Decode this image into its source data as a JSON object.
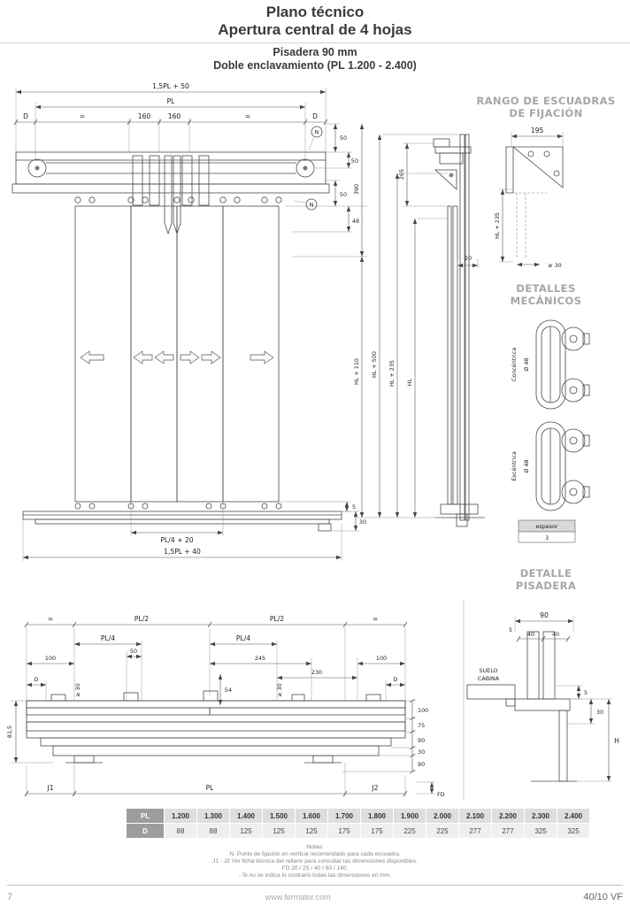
{
  "header": {
    "title1": "Plano técnico",
    "title2": "Apertura central de 4 hojas",
    "subtitle1": "Pisadera 90 mm",
    "subtitle2": "Doble enclavamiento (PL 1.200 - 2.400)"
  },
  "drawing": {
    "front": {
      "w_top": "1,5PL + 50",
      "pl": "PL",
      "eq": "=",
      "d": "D",
      "v160": "160",
      "n": "N",
      "v50": "50",
      "v390": "390",
      "v48": "48",
      "v5": "5",
      "v30": "30",
      "pl4": "PL/4 + 20",
      "w_bottom": "1,5PL + 40"
    },
    "side": {
      "v265": "265",
      "v20": "20",
      "hl110": "HL + 110",
      "hl500": "HL + 500",
      "hl235": "HL + 235",
      "hl": "HL"
    },
    "escuadras": {
      "title1": "RANGO DE ESCUADRAS",
      "title2": "DE FIJACIÓN",
      "v195": "195",
      "hl235": "HL + 235",
      "min30": "≥ 30"
    },
    "mecanicos": {
      "title1": "DETALLES",
      "title2": "MECÁNICOS",
      "concentrica": "Concéntrica",
      "excentrica": "Excéntrica",
      "d48": "Ø 48",
      "espesor": "espesor",
      "espesor_val": "3"
    },
    "pisadera": {
      "title1": "DETALLE",
      "title2": "PISADERA",
      "v90": "90",
      "v5": "5",
      "v40": "40",
      "suelo": "SUELO",
      "cabina": "CABINA",
      "v30": "30",
      "h": "H"
    },
    "plan": {
      "eq": "=",
      "pl2": "PL/2",
      "pl4": "PL/4",
      "v100": "100",
      "v50": "50",
      "v245": "245",
      "v230": "230",
      "d": "D",
      "min30": "≥ 30",
      "v54": "54",
      "v75": "75",
      "v90": "90",
      "v30": "30",
      "v815": "81,5",
      "j1": "J1",
      "pl": "PL",
      "j2": "J2",
      "fd": "FD"
    }
  },
  "table": {
    "pl_label": "PL",
    "d_label": "D",
    "pl_values": [
      "1.200",
      "1.300",
      "1.400",
      "1.500",
      "1.600",
      "1.700",
      "1.800",
      "1.900",
      "2.000",
      "2.100",
      "2.200",
      "2.300",
      "2.400"
    ],
    "d_values": [
      "88",
      "88",
      "125",
      "125",
      "125",
      "175",
      "175",
      "225",
      "225",
      "277",
      "277",
      "325",
      "325"
    ]
  },
  "notes": {
    "title": "Notas:",
    "lines": [
      "N. Punto de fijación en vertical recomendado para cada escuadra.",
      "J1 - J2  Ver ficha técnica del rellano para consultar las dimensiones disponibles.",
      "FD  20 / 25 / 40 / 60 / 140.",
      "-  Si no se indica lo contrario todas las dimensiones en mm."
    ]
  },
  "footer": {
    "page": "7",
    "url": "www.fermator.com",
    "doc": "40/10 VF"
  },
  "colors": {
    "section_title": "#a6a6a6",
    "table_header_bg": "#9d9d9d",
    "panel_gray": "#c9c9c9"
  }
}
